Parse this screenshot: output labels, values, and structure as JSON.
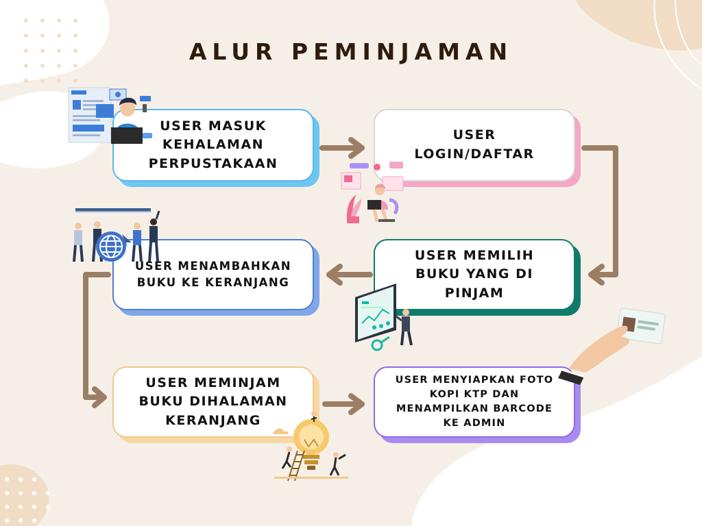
{
  "title": "ALUR PEMINJAMAN",
  "colors": {
    "background": "#f6efe7",
    "blob": "#ffffff",
    "connector": "#9b7e65",
    "title": "#2f1b0c"
  },
  "steps": [
    {
      "label": "USER MASUK\nKEHALAMAN\nPERPUSTAKAAN",
      "accent": "#6ec6f2",
      "icon": "website-browsing-person-icon"
    },
    {
      "label": "USER\nLOGIN/DAFTAR",
      "accent": "#f4a7c6",
      "icon": "laptop-user-icon"
    },
    {
      "label": "USER MEMILIH\nBUKU YANG DI\nPINJAM",
      "accent": "#0f7b6a",
      "icon": "analytics-screen-icon"
    },
    {
      "label": "USER MENAMBAHKAN\nBUKU KE KERANJANG",
      "accent": "#7fa6e8",
      "icon": "globe-team-icon"
    },
    {
      "label": "USER MEMINJAM\nBUKU DIHALAMAN\nKERANJANG",
      "accent": "#f7d7a5",
      "icon": "lightbulb-idea-icon"
    },
    {
      "label": "USER MENYIAPKAN FOTO\nKOPI KTP DAN\nMENAMPILKAN BARCODE\nKE ADMIN",
      "accent": "#a88bef",
      "icon": "hand-id-card-icon"
    }
  ]
}
